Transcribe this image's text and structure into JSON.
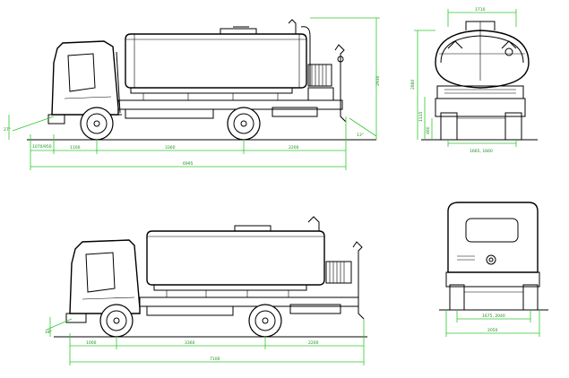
{
  "drawing": {
    "title": "",
    "dimension_color": "#2fc82f",
    "line_color": "#000000"
  },
  "views": {
    "upper_side": {
      "angle_front": "27°",
      "angle_rear": "13°",
      "overhang_front_small": "1070/950",
      "seg_front": "1100",
      "wheelbase": "3360",
      "rear_overhang": "2200",
      "overall_length": "6995",
      "overall_height": "2930"
    },
    "upper_front": {
      "top_width": "1710",
      "height_total": "2880",
      "ground_clear_a": "1115",
      "ground_clear_b": "460",
      "track": "1665, 1660"
    },
    "lower_side": {
      "angle_front": "18°",
      "seg_front": "1000",
      "wheelbase": "3360",
      "rear_overhang": "2200",
      "overall_length": "7100"
    },
    "lower_rear": {
      "track": "1675, 2040",
      "overall_width": "2050"
    }
  }
}
